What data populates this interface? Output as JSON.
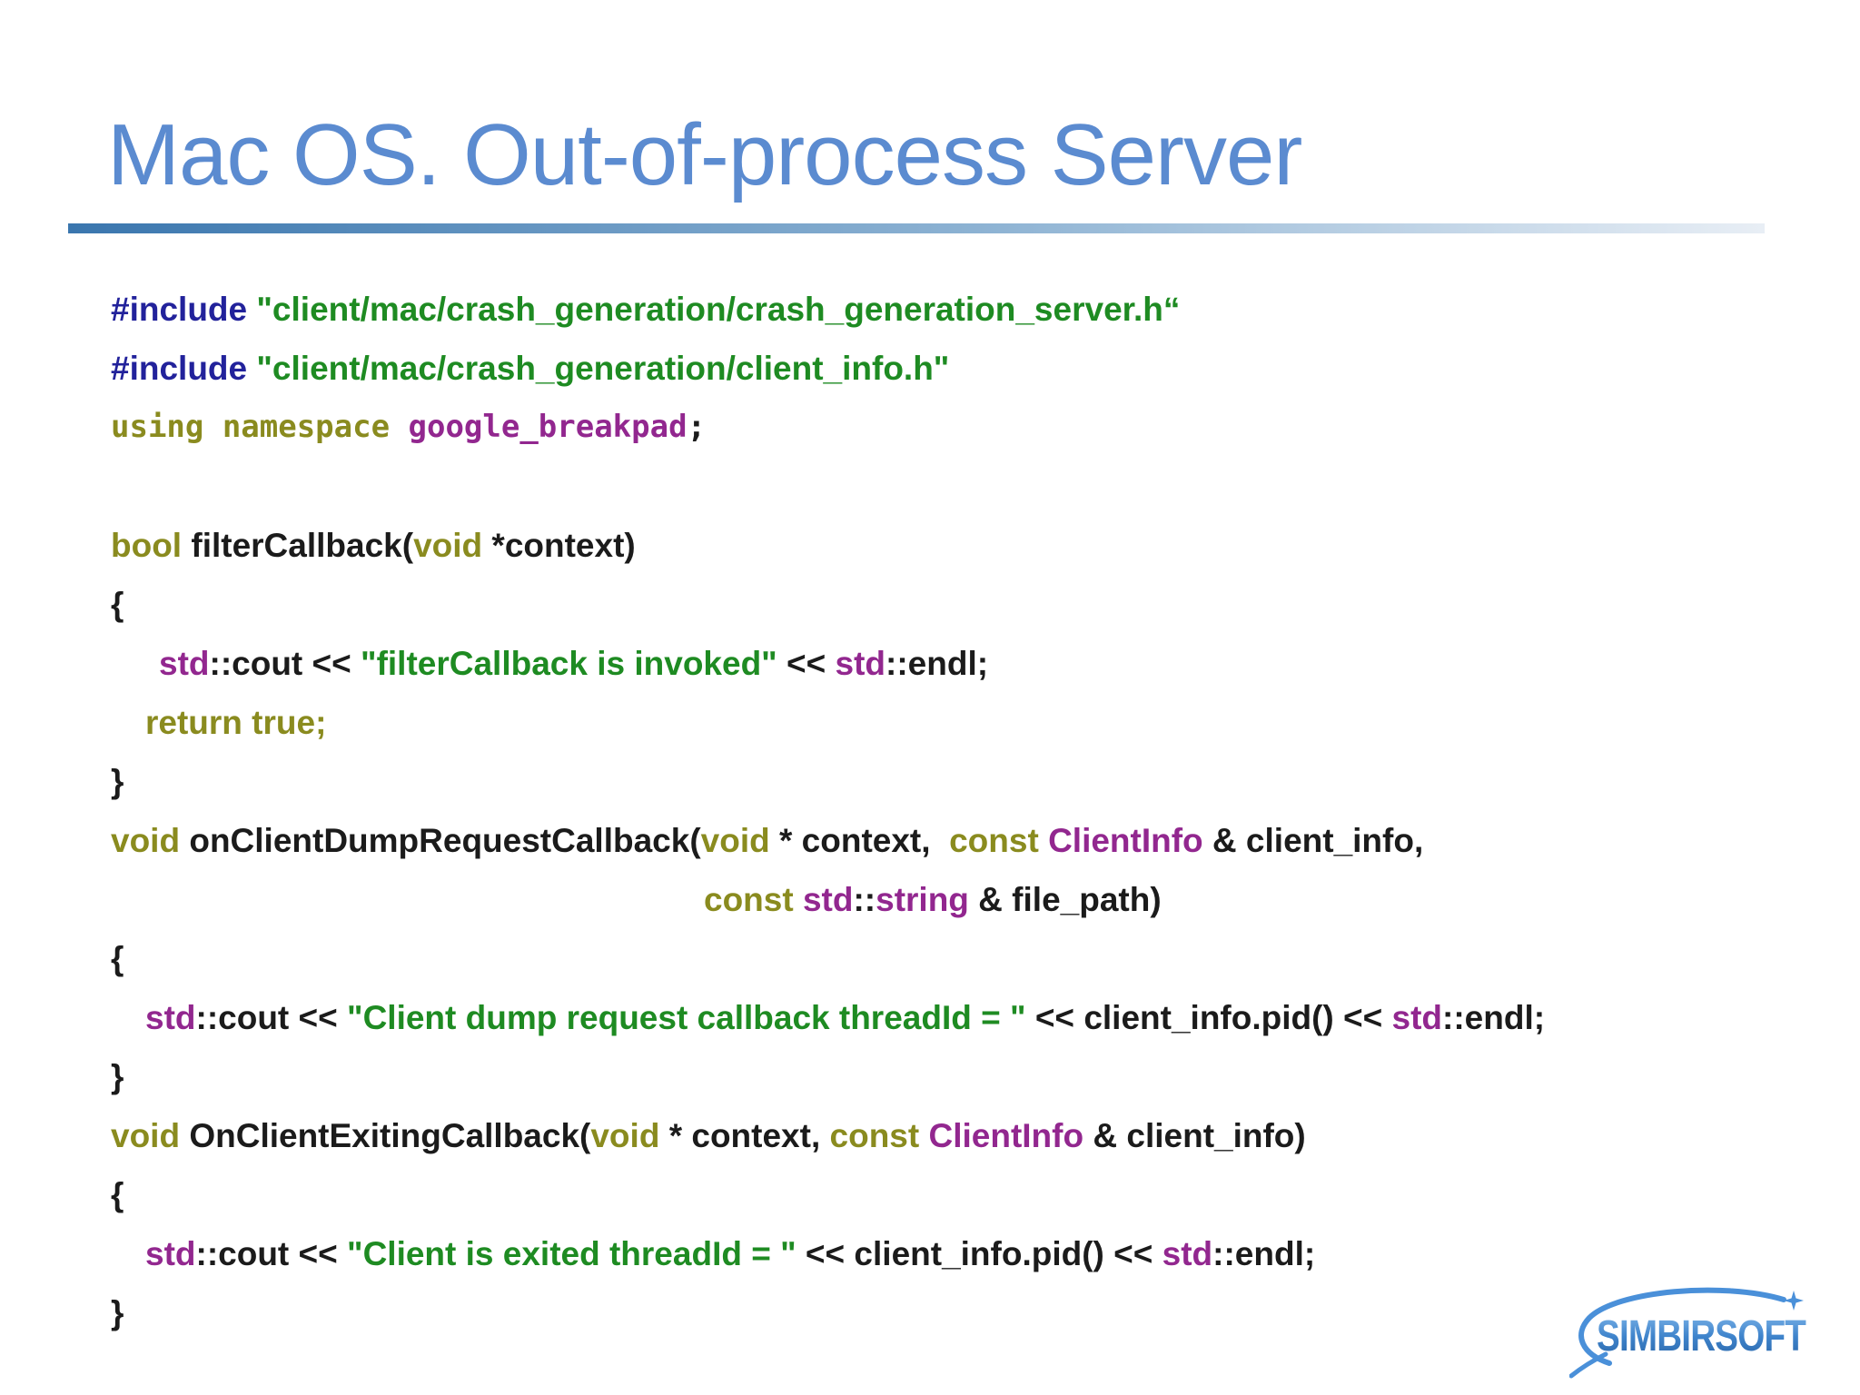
{
  "slide": {
    "title": "Mac OS. Out-of-process Server",
    "logo_text": "SIMBIRSOFT",
    "colors": {
      "title": "#5b8bd0",
      "underline_start": "#3a76ae",
      "underline_mid": "#8fb4d4",
      "underline_end": "#e8eef5",
      "logo_blue": "#4a90d9"
    }
  },
  "code": {
    "colors": {
      "pp": "#22229b",
      "str": "#1e8b22",
      "kw": "#8a8b1f",
      "ns": "#92278f",
      "plain": "#1b1b1b"
    },
    "lines": [
      {
        "indent": 0,
        "tokens": [
          [
            "pp",
            "#include "
          ],
          [
            "str",
            "\"client/mac/crash_generation/crash_generation_server.h“"
          ]
        ]
      },
      {
        "indent": 0,
        "tokens": [
          [
            "pp",
            "#include "
          ],
          [
            "str",
            "\"client/mac/crash_generation/client_info.h\""
          ]
        ]
      },
      {
        "indent": 0,
        "mono": true,
        "tokens": [
          [
            "kw",
            "using namespace "
          ],
          [
            "ns",
            "google_breakpad"
          ],
          [
            "plain",
            ";"
          ]
        ]
      },
      {
        "indent": 0,
        "tokens": []
      },
      {
        "indent": 0,
        "tokens": [
          [
            "kw",
            "bool"
          ],
          [
            "plain",
            " filterCallback("
          ],
          [
            "kw",
            "void"
          ],
          [
            "plain",
            " *context)"
          ]
        ]
      },
      {
        "indent": 0,
        "tokens": [
          [
            "plain",
            "{"
          ]
        ]
      },
      {
        "indent": 53,
        "tokens": [
          [
            "ns",
            "std"
          ],
          [
            "plain",
            "::cout << "
          ],
          [
            "str",
            "\"filterCallback is invoked\""
          ],
          [
            "plain",
            " << "
          ],
          [
            "ns",
            "std"
          ],
          [
            "plain",
            "::endl;"
          ]
        ]
      },
      {
        "indent": 38,
        "tokens": [
          [
            "kw",
            "return true;"
          ]
        ]
      },
      {
        "indent": 0,
        "tokens": [
          [
            "plain",
            "}"
          ]
        ]
      },
      {
        "indent": 0,
        "tokens": [
          [
            "kw",
            "void"
          ],
          [
            "plain",
            " onClientDumpRequestCallback("
          ],
          [
            "kw",
            "void"
          ],
          [
            "plain",
            " * context,  "
          ],
          [
            "kw",
            "const"
          ],
          [
            "plain",
            " "
          ],
          [
            "ns",
            "ClientInfo"
          ],
          [
            "plain",
            " & client_info,"
          ]
        ]
      },
      {
        "indent": 653,
        "tokens": [
          [
            "kw",
            "const"
          ],
          [
            "plain",
            " "
          ],
          [
            "ns",
            "std"
          ],
          [
            "plain",
            "::"
          ],
          [
            "ns",
            "string"
          ],
          [
            "plain",
            " & file_path)"
          ]
        ]
      },
      {
        "indent": 0,
        "tokens": [
          [
            "plain",
            "{"
          ]
        ]
      },
      {
        "indent": 38,
        "tokens": [
          [
            "ns",
            "std"
          ],
          [
            "plain",
            "::cout << "
          ],
          [
            "str",
            "\"Client dump request callback threadId = \""
          ],
          [
            "plain",
            " << client_info.pid() << "
          ],
          [
            "ns",
            "std"
          ],
          [
            "plain",
            "::endl;"
          ]
        ]
      },
      {
        "indent": 0,
        "tokens": [
          [
            "plain",
            "}"
          ]
        ]
      },
      {
        "indent": 0,
        "tokens": [
          [
            "kw",
            "void"
          ],
          [
            "plain",
            " OnClientExitingCallback("
          ],
          [
            "kw",
            "void"
          ],
          [
            "plain",
            " * context, "
          ],
          [
            "kw",
            "const"
          ],
          [
            "plain",
            " "
          ],
          [
            "ns",
            "ClientInfo"
          ],
          [
            "plain",
            " & client_info)"
          ]
        ]
      },
      {
        "indent": 0,
        "tokens": [
          [
            "plain",
            "{"
          ]
        ]
      },
      {
        "indent": 38,
        "tokens": [
          [
            "ns",
            "std"
          ],
          [
            "plain",
            "::cout << "
          ],
          [
            "str",
            "\"Client is exited threadId = \""
          ],
          [
            "plain",
            " << client_info.pid() << "
          ],
          [
            "ns",
            "std"
          ],
          [
            "plain",
            "::endl;"
          ]
        ]
      },
      {
        "indent": 0,
        "tokens": [
          [
            "plain",
            "}"
          ]
        ]
      }
    ]
  }
}
